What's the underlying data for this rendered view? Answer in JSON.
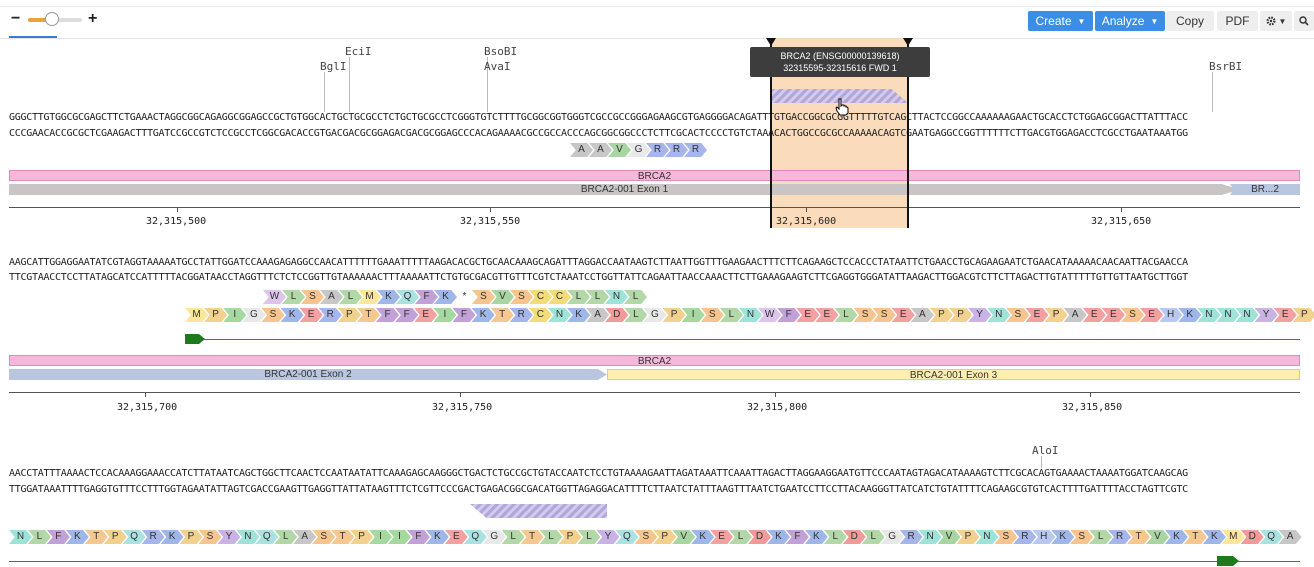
{
  "toolbar": {
    "zoom_minus": "−",
    "zoom_plus": "+",
    "zoom_level": 0.45,
    "create_label": "Create",
    "analyze_label": "Analyze",
    "copy_label": "Copy",
    "pdf_label": "PDF",
    "settings_icon": "gear-icon",
    "search_icon": "search-icon",
    "accent_color": "#3b8ee6"
  },
  "tooltip": {
    "line1": "BRCA2 (ENSG00000139618)",
    "line2": "32315595-32315616 FWD 1"
  },
  "rows": [
    {
      "enzymes": [
        {
          "name": "BglI"
        },
        {
          "name": "EciI"
        },
        {
          "name": "BsoBI"
        },
        {
          "name": "AvaI"
        },
        {
          "name": "BsrBI"
        }
      ],
      "top_strand": "GGGCTTGTGGCGCGAGCTTCTGAAACTAGGCGGCAGAGGCGGAGCCGCTGTGGCACTGCTGCGCCTCTGCTGCGCCTCGGGTGTCTTTTGCGGCGGTGGGTCGCCGCCGGGAGAAGCGTGAGGGGACAGATTTGTGACCGGCGCGGTTTTTGTCAGCTTACTCCGGCCAAAAAAGAACTGCACCTCTGGAGCGGACTTATTTACC",
      "bottom_strand": "CCCGAACACCGCGCTCGAAGACTTTGATCCGCCGTCTCCGCCTCGGCGACACCGTGACGACGCGGAGACGACGCGGAGCCCACAGAAAACGCCGCCACCCAGCGGCGGCCCTCTTCGCACTCCCCTGTCTAAACACTGGCCGCGCCAAAAACAGTCGAATGAGGCCGGTTTTTTCTTGACGTGGAGACCTCGCCTGAATAAATGG",
      "aa_frame": [
        "A",
        "A",
        "V",
        "G",
        "R",
        "R",
        "R"
      ],
      "features": [
        {
          "label": "BRCA2"
        },
        {
          "label": "BRCA2-001 Exon 1"
        },
        {
          "label": "BR...2"
        }
      ],
      "ticks": [
        "32,315,500",
        "32,315,550",
        "32,315,600",
        "32,315,650"
      ]
    },
    {
      "top_strand": "AAGCATTGGAGGAATATCGTAGGTAAAAATGCCTATTGGATCCAAAGAGAGGCCAACATTTTTTGAAATTTTTAAGACACGCTGCAACAAAGCAGATTTAGGACCAATAAGTCTTAATTGGTTTGAAGAACTTTCTTCAGAAGCTCCACCCTATAATTCTGAACCTGCAGAAGAATCTGAACATAAAAACAACAATTACGAACCA",
      "bottom_strand": "TTCGTAACCTCCTTATAGCATCCATTTTTACGGATAACCTAGGTTTCTCTCCGGTTGTAAAAAACTTTAAAAATTCTGTGCGACGTTGTTTCGTCTAAATCCTGGTTATTCAGAATTAACCAAACTTCTTGAAAGAAGTCTTCGAGGTGGGATATTAAGACTTGGACGTCTTCTTAGACTTGTATTTTTGTTGTTAATGCTTGGT",
      "aa_frame2": [
        "W",
        "L",
        "S",
        "A",
        "L",
        "M",
        "K",
        "Q",
        "F",
        "K",
        "*",
        "S",
        "V",
        "S",
        "C",
        "C",
        "L",
        "L",
        "N",
        "L"
      ],
      "aa_frame1": [
        "M",
        "P",
        "I",
        "G",
        "S",
        "K",
        "E",
        "R",
        "P",
        "T",
        "F",
        "F",
        "E",
        "I",
        "F",
        "K",
        "T",
        "R",
        "C",
        "N",
        "K",
        "A",
        "D",
        "L",
        "G",
        "P",
        "I",
        "S",
        "L",
        "N",
        "W",
        "F",
        "E",
        "E",
        "L",
        "S",
        "S",
        "E",
        "A",
        "P",
        "P",
        "Y",
        "N",
        "S",
        "E",
        "P",
        "A",
        "E",
        "E",
        "S",
        "E",
        "H",
        "K",
        "N",
        "N",
        "N",
        "Y",
        "E",
        "P"
      ],
      "features": [
        {
          "label": "BRCA2"
        },
        {
          "label": "BRCA2-001 Exon 2"
        },
        {
          "label": "BRCA2-001 Exon 3"
        }
      ],
      "ticks": [
        "32,315,700",
        "32,315,750",
        "32,315,800",
        "32,315,850"
      ]
    },
    {
      "enzymes": [
        {
          "name": "AloI"
        }
      ],
      "top_strand": "AACCTATTTAAAACTCCACAAAGGAAACCATCTTATAATCAGCTGGCTTCAACTCCAATAATATTCAAAGAGCAAGGGCTGACTCTGCCGCTGTACCAATCTCCTGTAAAAGAATTAGATAAATTCAAATTAGACTTAGGAAGGAATGTTCCCAATAGTAGACATAAAAGTCTTCGCACAGTGAAAACTAAAATGGATCAAGCAG",
      "bottom_strand": "TTGGATAAATTTTGAGGTGTTTCCTTTGGTAGAATATTAGTCGACCGAAGTTGAGGTTATTATAAGTTTCTCGTTCCCGACTGAGACGGCGACATGGTTAGAGGACATTTTCTTAATCTATTTAAGTTTAATCTGAATCCTTCCTTACAAGGGTTATCATCTGTATTTTCAGAAGCGTGTCACTTTTGATTTTACCTAGTTCGTC",
      "aa_frame1": [
        "N",
        "L",
        "F",
        "K",
        "T",
        "P",
        "Q",
        "R",
        "K",
        "P",
        "S",
        "Y",
        "N",
        "Q",
        "L",
        "A",
        "S",
        "T",
        "P",
        "I",
        "I",
        "F",
        "K",
        "E",
        "Q",
        "G",
        "L",
        "T",
        "L",
        "P",
        "L",
        "Y",
        "Q",
        "S",
        "P",
        "V",
        "K",
        "E",
        "L",
        "D",
        "K",
        "F",
        "K",
        "L",
        "D",
        "L",
        "G",
        "R",
        "N",
        "V",
        "P",
        "N",
        "S",
        "R",
        "H",
        "K",
        "S",
        "L",
        "R",
        "T",
        "V",
        "K",
        "T",
        "K",
        "M",
        "D",
        "Q",
        "A"
      ]
    }
  ]
}
